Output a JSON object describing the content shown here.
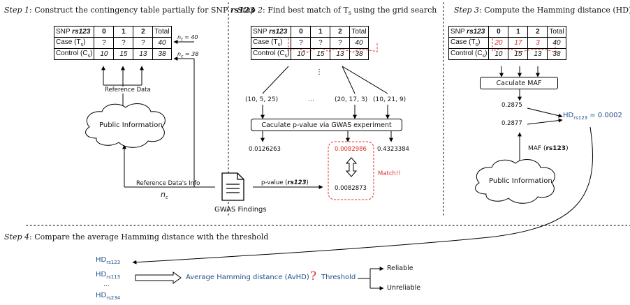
{
  "steps": {
    "s1_prefix": "Step 1",
    "s1_text": ": Construct the contingency table partially for SNP ",
    "s1_snp": "rs123",
    "s2_prefix": "Step 2",
    "s2_text": ": Find best match of T",
    "s2_sub": "s",
    "s2_tail": " using the grid search",
    "s3_prefix": "Step 3",
    "s3_text": ": Compute the Hamming distance (HD)",
    "s4_prefix": "Step 4",
    "s4_text": ": Compare the average Hamming distance with the threshold"
  },
  "table": {
    "header": [
      "SNP",
      "rs123",
      "0",
      "1",
      "2",
      "Total"
    ],
    "case_label": "Case (T",
    "control_label": "Control (C",
    "s_sub": "s",
    "close_paren": ")",
    "case_unknown": [
      "?",
      "?",
      "?"
    ],
    "case_total": "40",
    "control_row": [
      "10",
      "15",
      "13",
      "38"
    ],
    "case_matched": [
      "20",
      "17",
      "3"
    ]
  },
  "step1": {
    "nt": "n",
    "nt_sub": "t",
    "nt_val": " = 40",
    "nc": "n",
    "nc_sub": "c",
    "nc_val": " = 38",
    "reference_data": "Reference Data",
    "public_information": "Public Information",
    "reference_info": "Reference Data's Info",
    "nc_label": "n",
    "nc_label_sub": "c"
  },
  "gwas": {
    "label": "GWAS Findings",
    "pvalue_label": "p-value (",
    "pvalue_snp": "rs123",
    "pvalue_close": ")"
  },
  "step2": {
    "dots": "⋮",
    "candidate1": "(10, 5, 25)",
    "ellipsis": "…",
    "candidate2": "(20, 17, 3)",
    "candidate3": "(10, 21, 9)",
    "calc_box": "Caculate p-value via GWAS experiment",
    "p1": "0.0126263",
    "p2": "0.0082986",
    "p3": "0.4323384",
    "p_target": "0.0082873",
    "match": "Match!!"
  },
  "step3": {
    "maf_box": "Caculate MAF",
    "maf1": "0.2875",
    "maf2": "0.2877",
    "hd": "HD",
    "hd_sub": "rs123",
    "hd_val": " = 0.0002",
    "maf_label": "MAF (",
    "maf_snp": "rs123",
    "maf_close": ")",
    "public_information": "Public Information"
  },
  "step4": {
    "hd": "HD",
    "hd1_sub": "rs123",
    "hd2_sub": "rs113",
    "hd_dots": "...",
    "hd3_sub": "rs234",
    "avhd": "Average Hamming distance (AvHD)",
    "question": "?",
    "threshold": "Threshold",
    "reliable": "Reliable",
    "unreliable": "Unreliable"
  },
  "colors": {
    "accent_blue": "#1f4e8c",
    "accent_red": "#e0302a"
  }
}
